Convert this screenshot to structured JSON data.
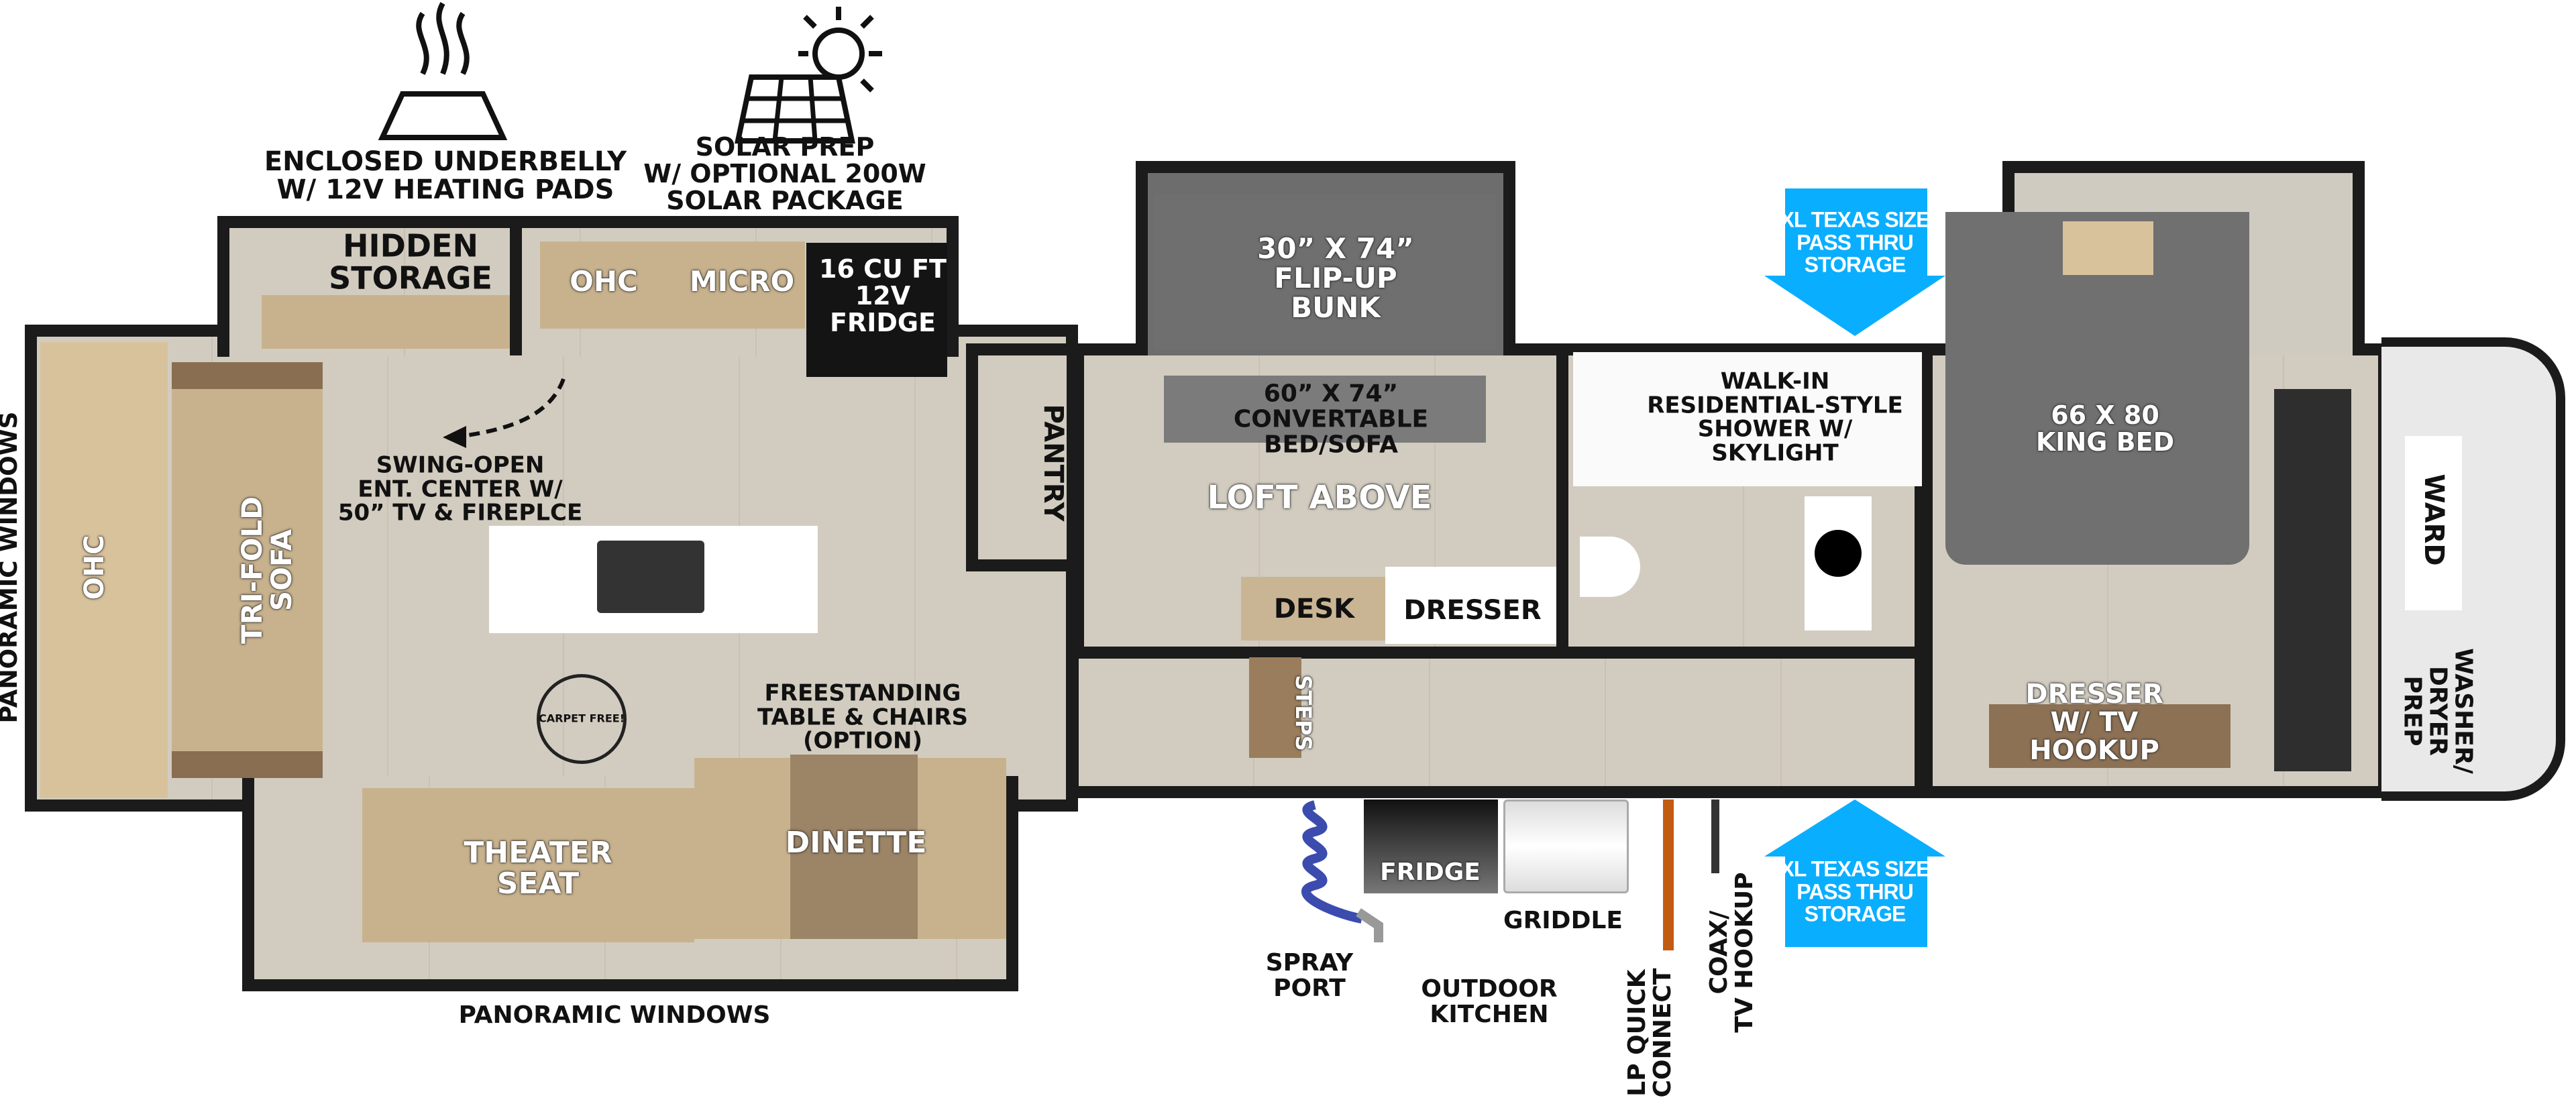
{
  "features": {
    "underbelly": "ENCLOSED UNDERBELLY\nW/ 12V HEATING PADS",
    "solar": "SOLAR PREP\nW/ OPTIONAL 200W\nSOLAR PACKAGE"
  },
  "labels": {
    "hidden_storage": "HIDDEN\nSTORAGE",
    "ohc_kitchen": "OHC",
    "micro": "MICRO",
    "fridge_12v": "16 CU FT\n12V\nFRIDGE",
    "swing_open": "SWING-OPEN\nENT. CENTER W/\n50” TV & FIREPLCE",
    "ohc_left": "OHC",
    "tri_fold_sofa": "TRI-FOLD\nSOFA",
    "panoramic_left": "PANORAMIC WINDOWS",
    "panoramic_bottom": "PANORAMIC WINDOWS",
    "carpet_free": "CARPET FREE!",
    "freestanding": "FREESTANDING\nTABLE & CHAIRS\n(OPTION)",
    "theater_seat": "THEATER\nSEAT",
    "dinette": "DINETTE",
    "pantry": "PANTRY",
    "bunk": "30” X 74”\nFLIP-UP\nBUNK",
    "convertable": "60” X 74”\nCONVERTABLE\nBED/SOFA",
    "loft_above": "LOFT ABOVE",
    "desk": "DESK",
    "dresser": "DRESSER",
    "steps": "STEPS",
    "shower": "WALK-IN\nRESIDENTIAL-STYLE\nSHOWER W/\nSKYLIGHT",
    "king_bed": "66 X 80\nKING BED",
    "dresser_tv": "DRESSER\nW/ TV\nHOOKUP",
    "ward": "WARD",
    "washer_dryer": "WASHER/\nDRYER\nPREP",
    "pass_thru_top": "XL TEXAS SIZE\nPASS THRU\nSTORAGE",
    "pass_thru_bottom": "XL TEXAS SIZE\nPASS THRU\nSTORAGE",
    "outdoor_fridge": "FRIDGE",
    "griddle": "GRIDDLE",
    "spray_port": "SPRAY\nPORT",
    "outdoor_kitchen": "OUTDOOR\nKITCHEN",
    "lp_quick_connect": "LP QUICK\nCONNECT",
    "coax_tv": "COAX/\nTV HOOKUP"
  },
  "colors": {
    "accent_blue": "#0aaeff",
    "wall": "#1b1b1b"
  }
}
